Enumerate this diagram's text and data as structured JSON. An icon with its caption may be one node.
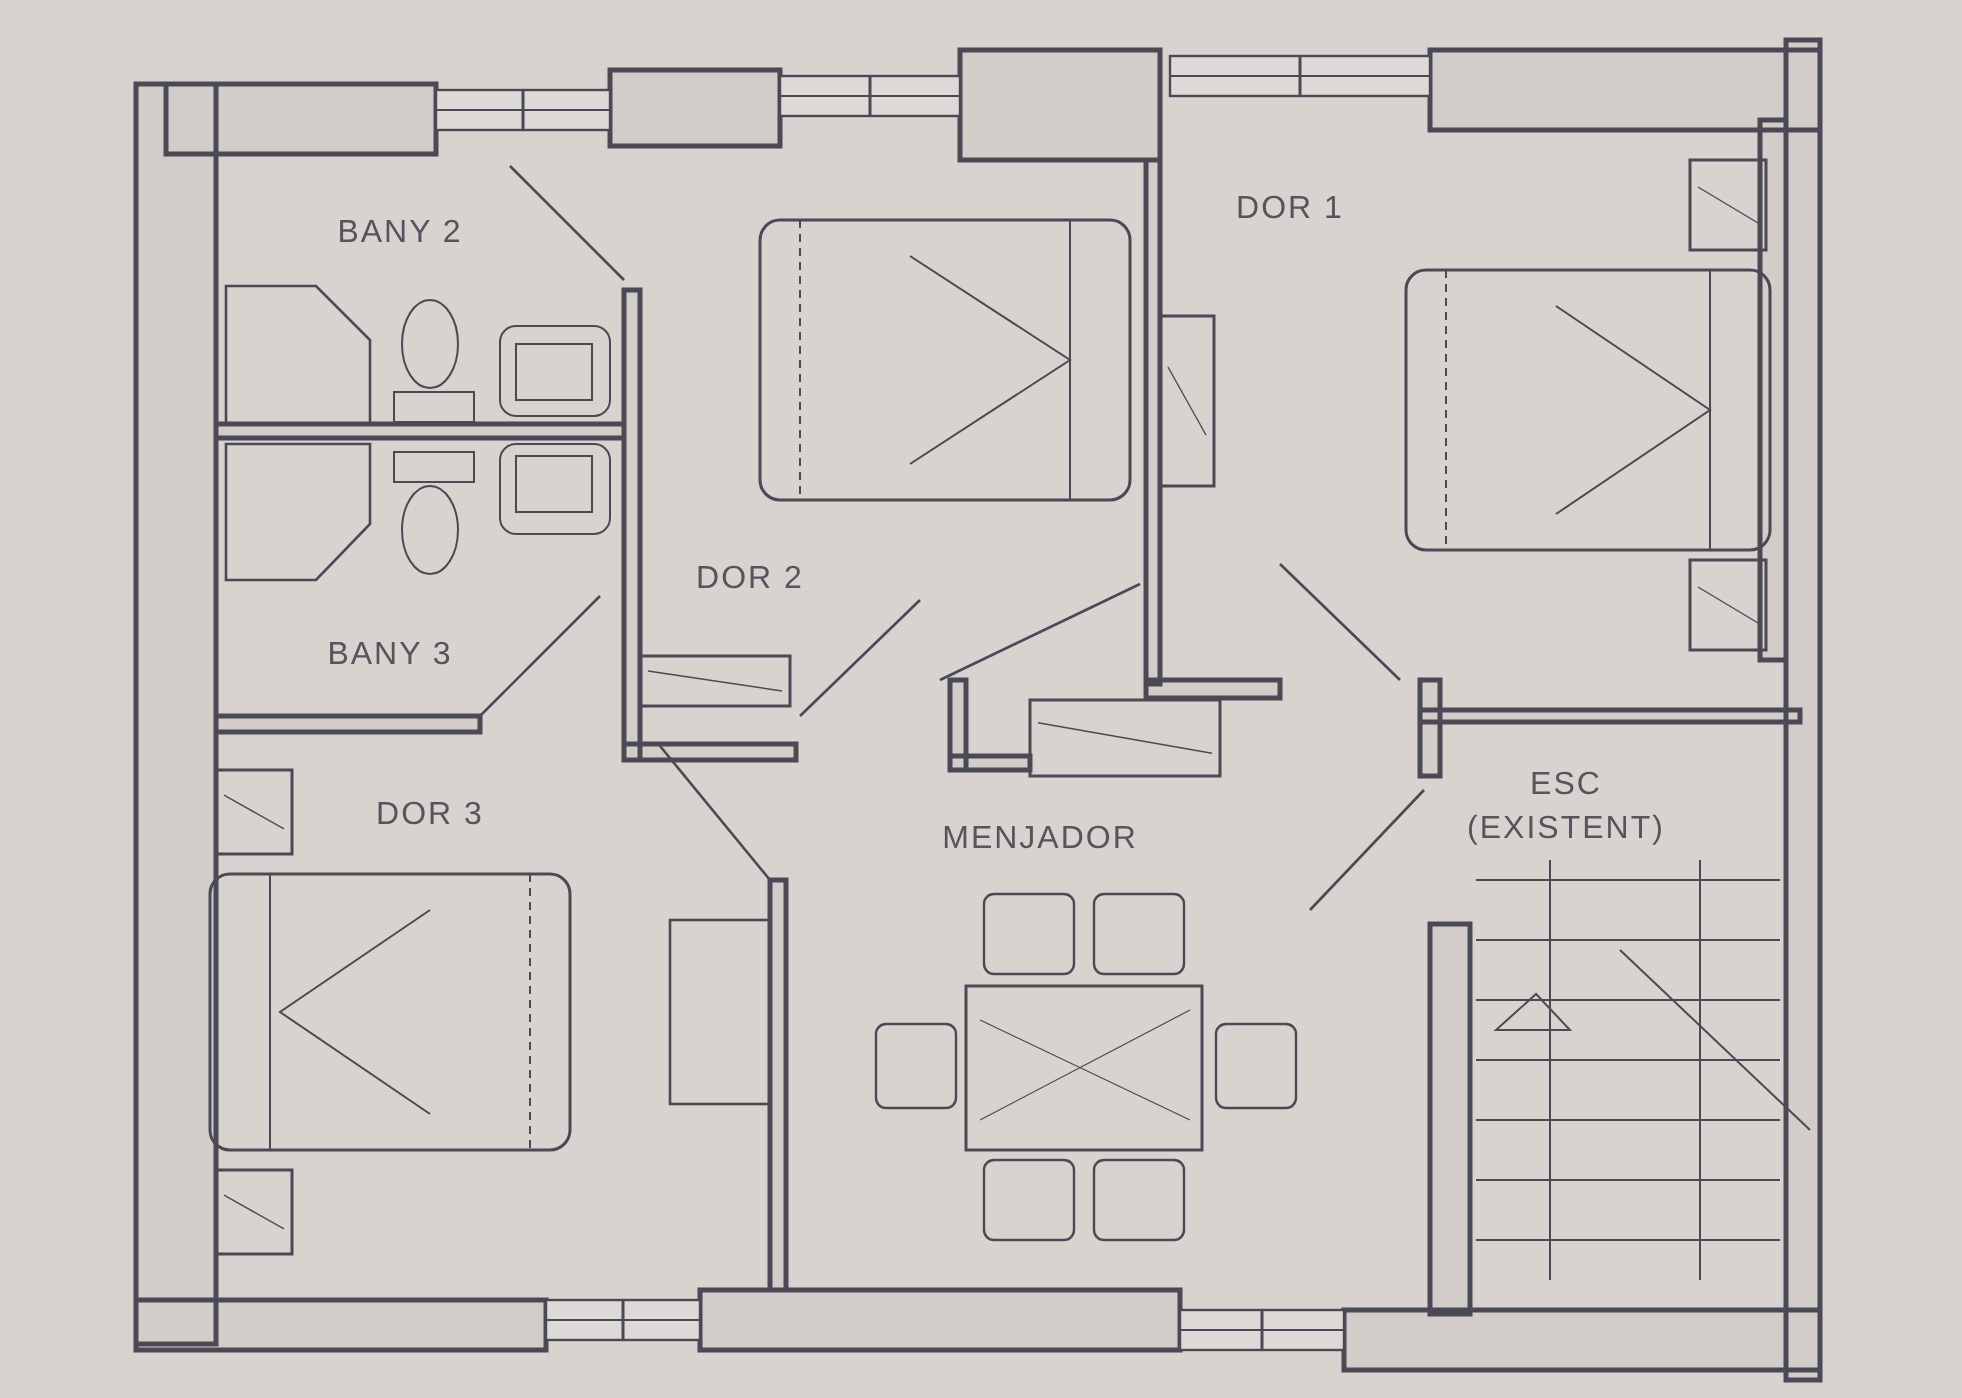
{
  "diagram": {
    "labels": [
      "BANY 2",
      "DOR 1",
      "DOR 2",
      "BANY 3",
      "DOR 3",
      "MENJADOR",
      "ESC (EXISTENT)"
    ]
  }
}
